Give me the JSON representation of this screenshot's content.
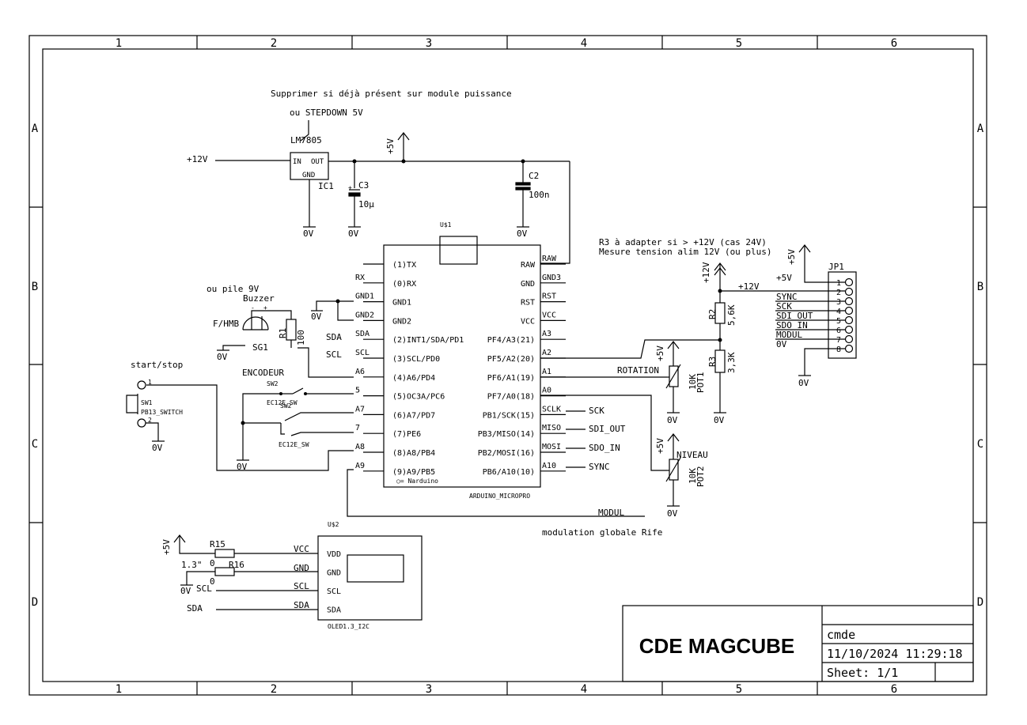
{
  "frame": {
    "cols": [
      "1",
      "2",
      "3",
      "4",
      "5",
      "6"
    ],
    "rows": [
      "A",
      "B",
      "C",
      "D"
    ]
  },
  "notes": {
    "supprimer": "Supprimer si déjà présent sur module puissance",
    "stepdown": "ou STEPDOWN 5V",
    "r3_note1": "R3 à adapter si > +12V (cas 24V)",
    "r3_note2": "Mesure tension alim 12V (ou plus)",
    "modulation": "modulation globale Rife",
    "pile": "ou pile 9V",
    "startstop": "start/stop"
  },
  "supply": {
    "in12": "+12V",
    "p5v": "+5V",
    "p12v": "+12V",
    "gnd": "0V"
  },
  "ic1": {
    "name": "LM7805",
    "ref": "IC1",
    "in": "IN",
    "out": "OUT",
    "gnd": "GND"
  },
  "caps": {
    "c3": "C3",
    "c3v": "10µ",
    "c2": "C2",
    "c2v": "100n"
  },
  "u1": {
    "ref": "U$1",
    "part": "ARDUINO_MICROPRO",
    "footer": "○= Narduino",
    "left_pins": [
      "(1)TX",
      "(0)RX",
      "GND1",
      "GND2",
      "(2)INT1/SDA/PD1",
      "(3)SCL/PD0",
      "(4)A6/PD4",
      "(5)OC3A/PC6",
      "(6)A7/PD7",
      "(7)PE6",
      "(8)A8/PB4",
      "(9)A9/PB5"
    ],
    "right_pins": [
      "RAW",
      "GND",
      "RST",
      "VCC",
      "PF4/A3(21)",
      "PF5/A2(20)",
      "PF6/A1(19)",
      "PF7/A0(18)",
      "PB1/SCK(15)",
      "PB3/MISO(14)",
      "PB2/MOSI(16)",
      "PB6/A10(10)"
    ],
    "left_nets": [
      "",
      "RX",
      "GND1",
      "GND2",
      "SDA",
      "SCL",
      "A6",
      "5",
      "A7",
      "7",
      "A8",
      "A9"
    ],
    "right_nets": [
      "RAW",
      "GND3",
      "RST",
      "VCC",
      "A3",
      "A2",
      "A1",
      "A0",
      "SCLK",
      "MISO",
      "MOSI",
      "A10"
    ]
  },
  "nets": {
    "sda": "SDA",
    "scl": "SCL",
    "sck": "SCK",
    "sdi_out": "SDI_OUT",
    "sdo_in": "SDO_IN",
    "sync": "SYNC",
    "modul": "MODUL",
    "rotation": "ROTATION",
    "niveau": "NIVEAU",
    "vcc": "VCC",
    "gnd": "GND"
  },
  "buzzer": {
    "label": "Buzzer",
    "ref": "SG1",
    "fhmb": "F/HMB",
    "minus": "-",
    "plus": "+"
  },
  "r1": {
    "ref": "R1",
    "value": "100"
  },
  "encoder": {
    "title": "ENCODEUR",
    "sw2a": "SW2",
    "sw2b": "SW2",
    "part": "EC12E_SW",
    "part2": "EC12E_SW"
  },
  "sw1": {
    "ref": "SW1",
    "part": "PB13_SWITCH",
    "pin1": "1",
    "pin2": "2"
  },
  "r2": {
    "ref": "R2",
    "value": "5,6K"
  },
  "r3": {
    "ref": "R3",
    "value": "3,3K"
  },
  "pot1": {
    "ref": "POT1",
    "value": "10K"
  },
  "pot2": {
    "ref": "POT2",
    "value": "10K"
  },
  "jp1": {
    "ref": "JP1",
    "pins": [
      "1",
      "2",
      "3",
      "4",
      "5",
      "6",
      "7",
      "8"
    ],
    "labels": [
      "+5V",
      "+12V",
      "SYNC",
      "SCK",
      "SDI_OUT",
      "SDO_IN",
      "MODUL",
      "0V"
    ]
  },
  "oled": {
    "ref": "U$2",
    "part": "OLED1.3_I2C",
    "pins": [
      "VDD",
      "GND",
      "SCL",
      "SDA"
    ],
    "size": "1.3\""
  },
  "r15": {
    "ref": "R15",
    "value": "0"
  },
  "r16": {
    "ref": "R16",
    "value": "0"
  },
  "titleblock": {
    "title": "CDE MAGCUBE",
    "name": "cmde",
    "date": "11/10/2024 11:29:18",
    "sheet": "Sheet: 1/1"
  }
}
